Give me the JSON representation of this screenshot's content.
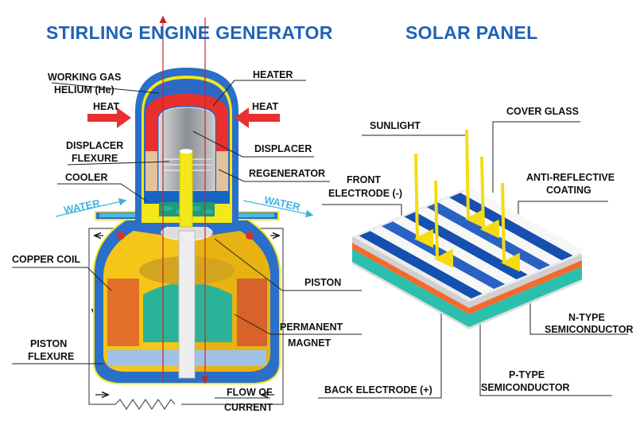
{
  "titles": {
    "stirling": "STIRLING ENGINE GENERATOR",
    "solar": "SOLAR PANEL"
  },
  "stirling_labels": {
    "working_gas": "WORKING GAS",
    "helium": "HELIUM (He)",
    "heater": "HEATER",
    "heat_left": "HEAT",
    "heat_right": "HEAT",
    "displacer_flexure_1": "DISPLACER",
    "displacer_flexure_2": "FLEXURE",
    "displacer": "DISPLACER",
    "cooler": "COOLER",
    "regenerator": "REGENERATOR",
    "water_left": "WATER",
    "water_right": "WATER",
    "copper_coil": "COPPER COIL",
    "piston": "PISTON",
    "piston_flexure_1": "PISTON",
    "piston_flexure_2": "FLEXURE",
    "permanent_magnet_1": "PERMANENT",
    "permanent_magnet_2": "MAGNET",
    "flow_1": "FLOW OF",
    "flow_2": "CURRENT"
  },
  "solar_labels": {
    "sunlight": "SUNLIGHT",
    "cover_glass": "COVER GLASS",
    "front_electrode_1": "FRONT",
    "front_electrode_2": "ELECTRODE (-)",
    "anti_reflective_1": "ANTI-REFLECTIVE",
    "anti_reflective_2": "COATING",
    "n_type_1": "N-TYPE",
    "n_type_2": "SEMICONDUCTOR",
    "p_type_1": "P-TYPE",
    "p_type_2": "SEMICONDUCTOR",
    "back_electrode": "BACK ELECTRODE (+)"
  },
  "colors": {
    "title": "#1f63b5",
    "shell": "#2a6fc9",
    "heater": "#e8302e",
    "regenerator": "#e3c39a",
    "coil": "#e2702a",
    "magnet": "#2bb39a",
    "orange_layer": "#f26a2e",
    "teal_layer": "#2bbfae",
    "electrode": "#1550b0",
    "sunlight": "#f5dc12"
  }
}
